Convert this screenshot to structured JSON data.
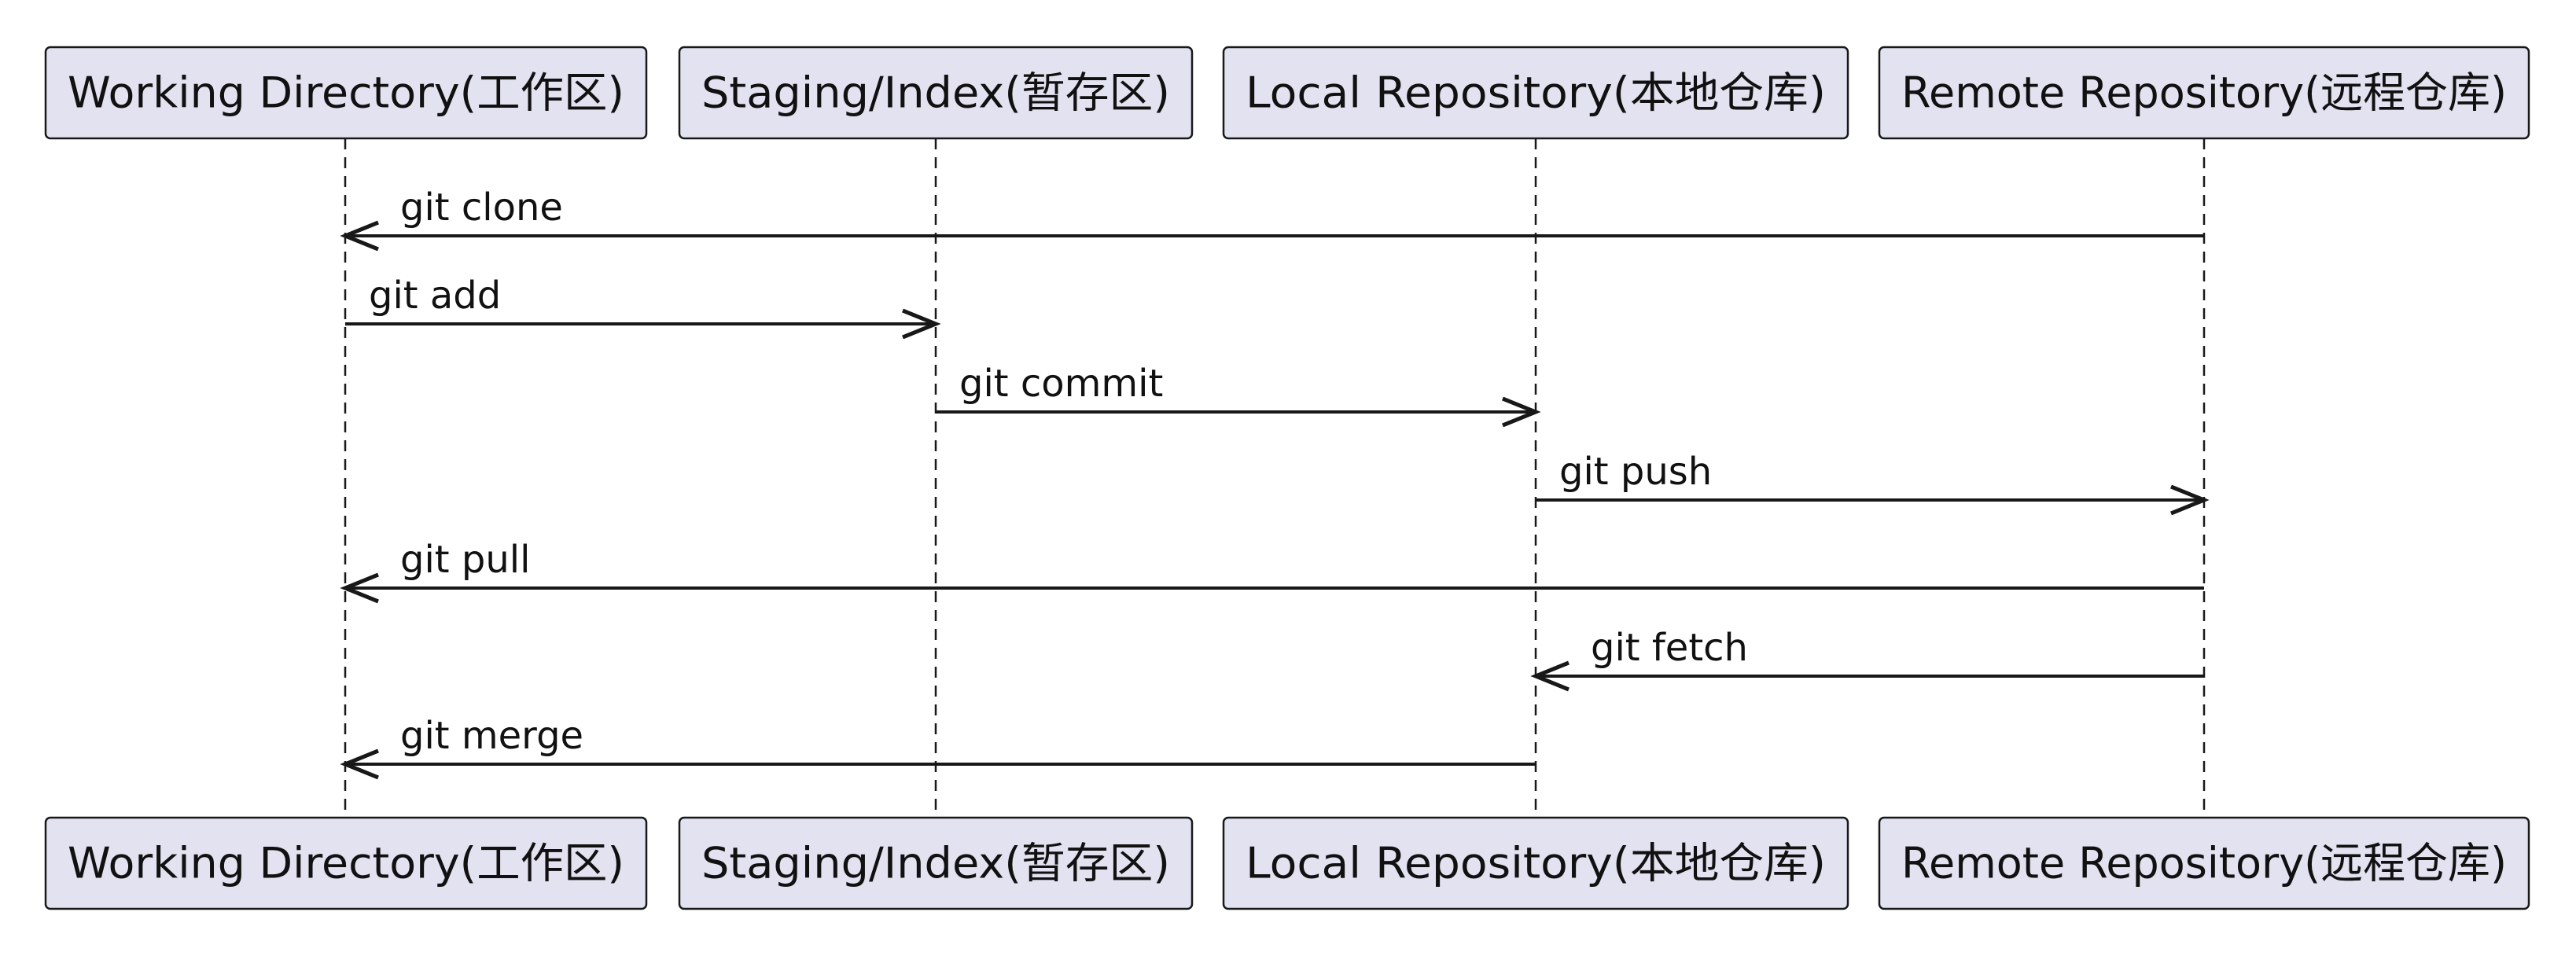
{
  "diagram": {
    "type": "sequence",
    "participants": [
      {
        "id": "wd",
        "label": "Working Directory(工作区)"
      },
      {
        "id": "idx",
        "label": "Staging/Index(暂存区)"
      },
      {
        "id": "local",
        "label": "Local Repository(本地仓库)"
      },
      {
        "id": "remote",
        "label": "Remote Repository(远程仓库)"
      }
    ],
    "messages": [
      {
        "from": "remote",
        "to": "wd",
        "label": "git clone"
      },
      {
        "from": "wd",
        "to": "idx",
        "label": "git add"
      },
      {
        "from": "idx",
        "to": "local",
        "label": "git commit"
      },
      {
        "from": "local",
        "to": "remote",
        "label": "git push"
      },
      {
        "from": "remote",
        "to": "wd",
        "label": "git pull"
      },
      {
        "from": "remote",
        "to": "local",
        "label": "git fetch"
      },
      {
        "from": "local",
        "to": "wd",
        "label": "git merge"
      }
    ],
    "colors": {
      "participant_fill": "#e2e2f0",
      "stroke": "#181818",
      "text": "#111111",
      "background": "#ffffff"
    }
  }
}
